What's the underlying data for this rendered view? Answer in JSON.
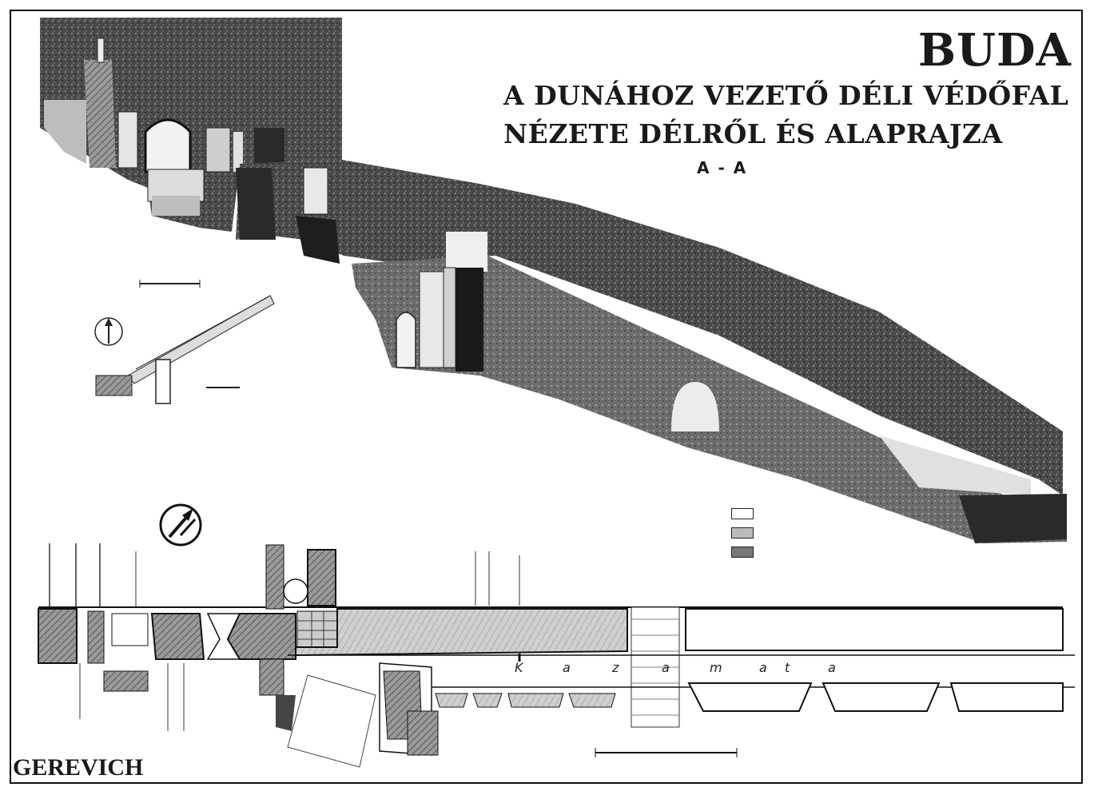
{
  "title": {
    "main": "BUDA",
    "line1": "A DUNÁHOZ VEZETŐ DÉLI VÉDŐFAL",
    "line2": "NÉZETE DÉLRŐL ÉS ALAPRAJZA"
  },
  "section_label": "A - A",
  "author": "GEREVICH",
  "plan_label_letters": [
    "K",
    "a",
    "z",
    "a",
    "m",
    "a",
    "t",
    "a"
  ],
  "colors": {
    "ink": "#1a1a1a",
    "stone_dark": "#3a3a3a",
    "stone_mid": "#7a7a7a",
    "stone_light": "#bdbdbd",
    "paper": "#ffffff"
  }
}
